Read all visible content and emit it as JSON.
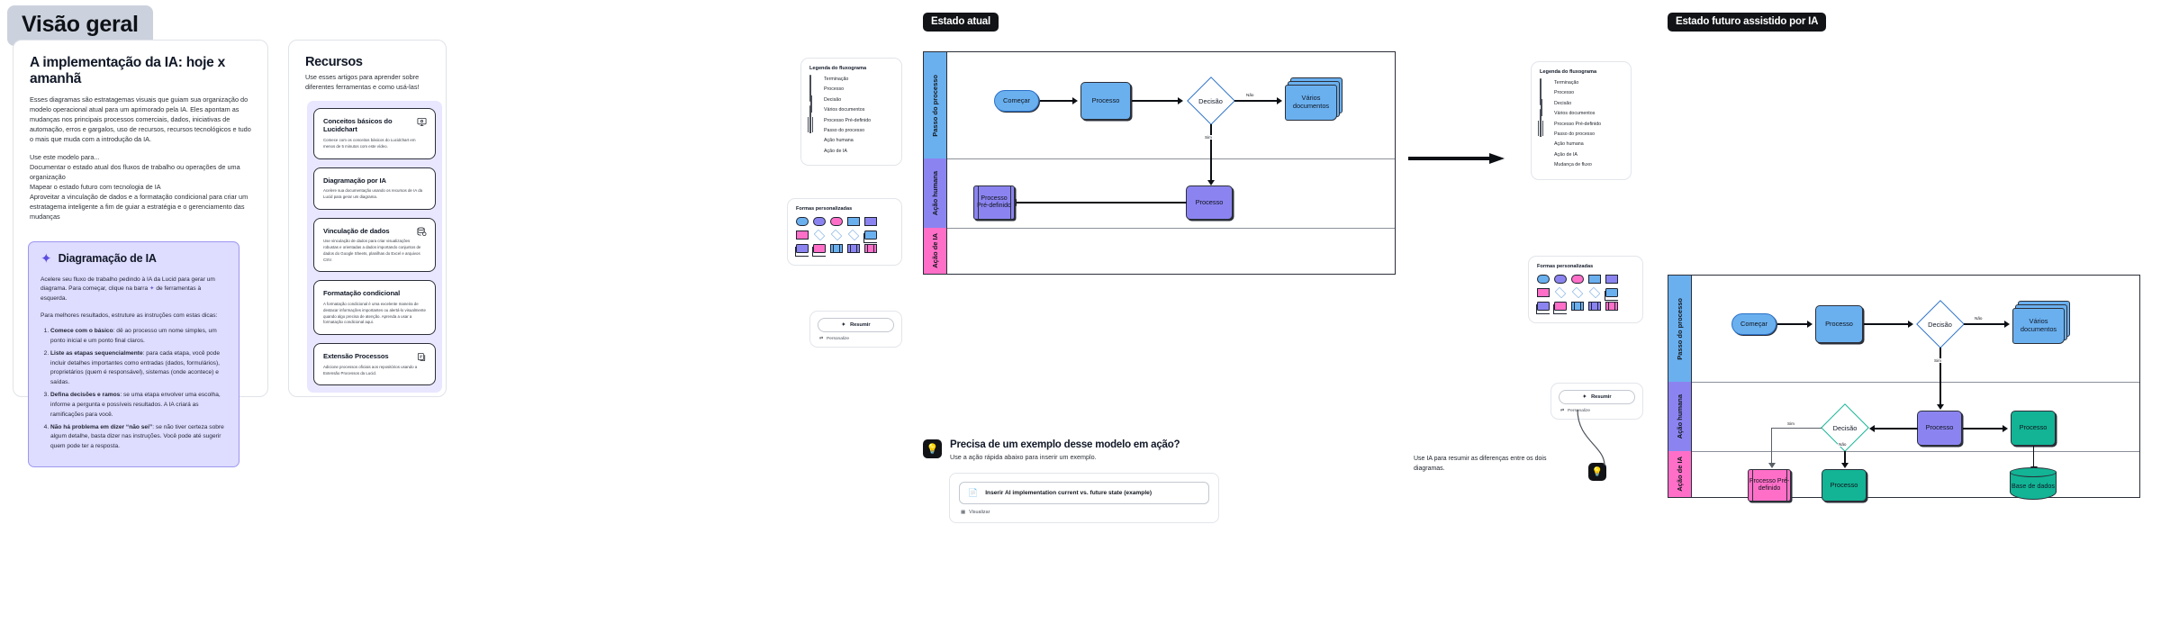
{
  "overview_tab": {
    "label": "Visão geral"
  },
  "left_card": {
    "title": "A implementação da IA: hoje x amanhã",
    "intro": "Esses diagramas são estratagemas visuais que guiam sua organização do modelo operacional atual para um aprimorado pela IA. Eles apontam as mudanças nos principais processos comerciais, dados, iniciativas de automação, erros e gargalos, uso de recursos, recursos tecnológicos e tudo o mais que muda com a introdução da IA.",
    "use_for": "Use este modelo para...\nDocumentar o estado atual dos fluxos de trabalho ou operações de uma organização\nMapear o estado futuro com tecnologia de IA\nAproveitar a vinculação de dados e a formatação condicional para criar um estratagema inteligente a fim de guiar a estratégia e o gerenciamento das mudanças",
    "ai_panel": {
      "icon": "sparkle-icon",
      "title": "Diagramação de IA",
      "para1_a": "Acelere seu fluxo de trabalho pedindo à IA da Lucid para gerar um diagrama. Para começar, clique na barra",
      "para1_b": "de ferramentas à esquerda.",
      "para2": "Para melhores resultados, estruture as instruções com estas dicas:",
      "steps": [
        {
          "bold": "Comece com o básico",
          "rest": ": dê ao processo um nome simples, um ponto inicial e um ponto final claros."
        },
        {
          "bold": "Liste as etapas sequencialmente",
          "rest": ": para cada etapa, você pode incluir detalhes importantes como entradas (dados, formulários), proprietários (quem é responsável), sistemas (onde acontece) e saídas."
        },
        {
          "bold": "Defina decisões e ramos",
          "rest": ": se uma etapa envolver uma escolha, informe a pergunta e possíveis resultados. A IA criará as ramificações para você."
        },
        {
          "bold": "Não há problema em dizer “não sei”",
          "rest": ": se não tiver certeza sobre algum detalhe, basta dizer nas instruções. Você pode até sugerir quem pode ter a resposta."
        }
      ]
    }
  },
  "resources": {
    "title": "Recursos",
    "subtitle": "Use esses artigos para aprender sobre diferentes ferramentas e como usá-las!",
    "cards": [
      {
        "title": "Conceitos básicos do Lucidchart",
        "desc": "Comece com os conceitos básicos do Lucidchart em menos de 5 minutos com este vídeo.",
        "icon": "monitor-play-icon"
      },
      {
        "title": "Diagramação por IA",
        "desc": "Acelere sua documentação usando os recursos de IA da Lucid para gerar um diagrama.",
        "icon": "none"
      },
      {
        "title": "Vinculação de dados",
        "desc": "Use vinculação de dados para criar visualizações robustas e orientadas a dados importando conjuntos de dados do Google Sheets, planilhas do Excel e arquivos CSV.",
        "icon": "database-icon"
      },
      {
        "title": "Formatação condicional",
        "desc": "A formatação condicional é uma excelente maneira de destacar informações importantes ou alertá-lo visualmente quando algo precisa de atenção. Aprenda a usar a formatação condicional aqui.",
        "icon": "none"
      },
      {
        "title": "Extensão Processos",
        "desc": "Adicione processos oficiais aos repositórios usando a Extensão Processos da Lucid.",
        "icon": "copy-doc-icon"
      }
    ]
  },
  "legend": {
    "title": "Legenda do fluxograma",
    "items_current": [
      {
        "label": "Terminação",
        "kind": "terminator"
      },
      {
        "label": "Processo",
        "kind": "process"
      },
      {
        "label": "Decisão",
        "kind": "decision"
      },
      {
        "label": "Vários documentos",
        "kind": "multidoc"
      },
      {
        "label": "Processo Pré-definido",
        "kind": "predefined"
      },
      {
        "label": "Passo do processo",
        "kind": "dot",
        "color": "#6ab0ef"
      },
      {
        "label": "Ação humana",
        "kind": "dot",
        "color": "#8b84f0"
      },
      {
        "label": "Ação de IA",
        "kind": "dot",
        "color": "#ff6fc8"
      }
    ],
    "title_future": "Legenda do fluxograma",
    "items_future": [
      {
        "label": "Terminação",
        "kind": "terminator"
      },
      {
        "label": "Processo",
        "kind": "process"
      },
      {
        "label": "Decisão",
        "kind": "decision"
      },
      {
        "label": "Vários documentos",
        "kind": "multidoc"
      },
      {
        "label": "Processo Pré-definido",
        "kind": "predefined"
      },
      {
        "label": "Passo do processo",
        "kind": "dot",
        "color": "#6ab0ef"
      },
      {
        "label": "Ação humana",
        "kind": "dot",
        "color": "#8b84f0"
      },
      {
        "label": "Ação de IA",
        "kind": "dot",
        "color": "#ff6fc8"
      },
      {
        "label": "Mudança de fluxo",
        "kind": "dot",
        "color": "#12b495"
      }
    ]
  },
  "shapes_panel": {
    "title": "Formas personalizadas",
    "rows": [
      [
        {
          "s": "pill",
          "c": "#6ab0ef"
        },
        {
          "s": "pill",
          "c": "#8b84f0"
        },
        {
          "s": "pill",
          "c": "#ff6fc8"
        },
        {
          "s": "rect",
          "c": "#6ab0ef"
        },
        {
          "s": "rect",
          "c": "#8b84f0"
        }
      ],
      [
        {
          "s": "rect",
          "c": "#ff6fc8"
        },
        {
          "s": "diam",
          "c": "#ffffff"
        },
        {
          "s": "diam",
          "c": "#ffffff"
        },
        {
          "s": "diam",
          "c": "#ffffff"
        },
        {
          "s": "tab",
          "c": "#6ab0ef"
        }
      ],
      [
        {
          "s": "tab",
          "c": "#8b84f0"
        },
        {
          "s": "tab",
          "c": "#ff6fc8"
        },
        {
          "s": "pre",
          "c": "#6ab0ef"
        },
        {
          "s": "pre",
          "c": "#8b84f0"
        },
        {
          "s": "pre",
          "c": "#ff6fc8"
        }
      ]
    ]
  },
  "actions": {
    "summarize_label": "Resumir",
    "summarize_icon": "sparkle-icon",
    "personalize_label": "Personalize",
    "personalize_icon": "shuffle-icon"
  },
  "diagrams": {
    "current": {
      "label": "Estado atual",
      "lanes": [
        {
          "name": "Passo do processo",
          "color": "#6ab0ef"
        },
        {
          "name": "Ação humana",
          "color": "#8b84f0"
        },
        {
          "name": "Ação de IA",
          "color": "#ff6fc8"
        }
      ],
      "nodes": [
        {
          "id": "start",
          "label": "Começar",
          "shape": "terminator",
          "lane": 0,
          "color": "#6ab0ef"
        },
        {
          "id": "p1",
          "label": "Processo",
          "shape": "process",
          "lane": 0,
          "color": "#6ab0ef"
        },
        {
          "id": "d1",
          "label": "Decisão",
          "shape": "decision",
          "lane": 0,
          "color": "#ffffff"
        },
        {
          "id": "docs",
          "label": "Vários documentos",
          "shape": "multidoc",
          "lane": 0,
          "color": "#6ab0ef"
        },
        {
          "id": "pre",
          "label": "Processo Pré-definido",
          "shape": "predefined",
          "lane": 1,
          "color": "#8b84f0"
        },
        {
          "id": "p2",
          "label": "Processo",
          "shape": "process",
          "lane": 1,
          "color": "#8b84f0"
        }
      ],
      "edge_labels": {
        "no": "Não",
        "yes": "Sim"
      }
    },
    "future": {
      "label": "Estado futuro assistido por IA",
      "lanes": [
        {
          "name": "Passo do processo",
          "color": "#6ab0ef"
        },
        {
          "name": "Ação humana",
          "color": "#8b84f0"
        },
        {
          "name": "Ação de IA",
          "color": "#ff6fc8"
        }
      ],
      "nodes": [
        {
          "id": "start",
          "label": "Começar",
          "shape": "terminator",
          "lane": 0,
          "color": "#6ab0ef"
        },
        {
          "id": "p1",
          "label": "Processo",
          "shape": "process",
          "lane": 0,
          "color": "#6ab0ef"
        },
        {
          "id": "d1",
          "label": "Decisão",
          "shape": "decision",
          "lane": 0,
          "color": "#ffffff"
        },
        {
          "id": "docs",
          "label": "Vários documentos",
          "shape": "multidoc",
          "lane": 0,
          "color": "#6ab0ef"
        },
        {
          "id": "d2",
          "label": "Decisão",
          "shape": "decision",
          "lane": 1,
          "color": "#ffffff"
        },
        {
          "id": "p2",
          "label": "Processo",
          "shape": "process",
          "lane": 1,
          "color": "#8b84f0"
        },
        {
          "id": "p3",
          "label": "Processo",
          "shape": "process",
          "lane": 1,
          "color": "#12b495"
        },
        {
          "id": "pre",
          "label": "Processo Pré-definido",
          "shape": "predefined",
          "lane": 2,
          "color": "#ff6fc8"
        },
        {
          "id": "p4",
          "label": "Processo",
          "shape": "process",
          "lane": 2,
          "color": "#12b495"
        },
        {
          "id": "db",
          "label": "Base de dados",
          "shape": "database",
          "lane": 2,
          "color": "#12b495"
        }
      ],
      "edge_labels": {
        "no": "Não",
        "yes": "Sim",
        "no2": "Não",
        "yes2": "Sim"
      }
    }
  },
  "example": {
    "icon": "lightbulb-icon",
    "title": "Precisa de um exemplo desse modelo em ação?",
    "subtitle": "Use a ação rápida abaixo para inserir um exemplo.",
    "insert_label": "Inserir AI implementation current vs. future state (example)",
    "insert_icon": "document-icon",
    "view_label": "Visualizar",
    "view_icon": "preview-icon"
  },
  "ai_caption": {
    "text": "Use IA para resumir as diferenças entre os dois diagramas.",
    "icon": "lightbulb-icon"
  },
  "colors": {
    "process_step": "#6ab0ef",
    "human_action": "#8b84f0",
    "ai_action": "#ff6fc8",
    "flow_change": "#12b495",
    "accent_purple": "#5b4ee0",
    "panel_bg": "#dedcff"
  }
}
